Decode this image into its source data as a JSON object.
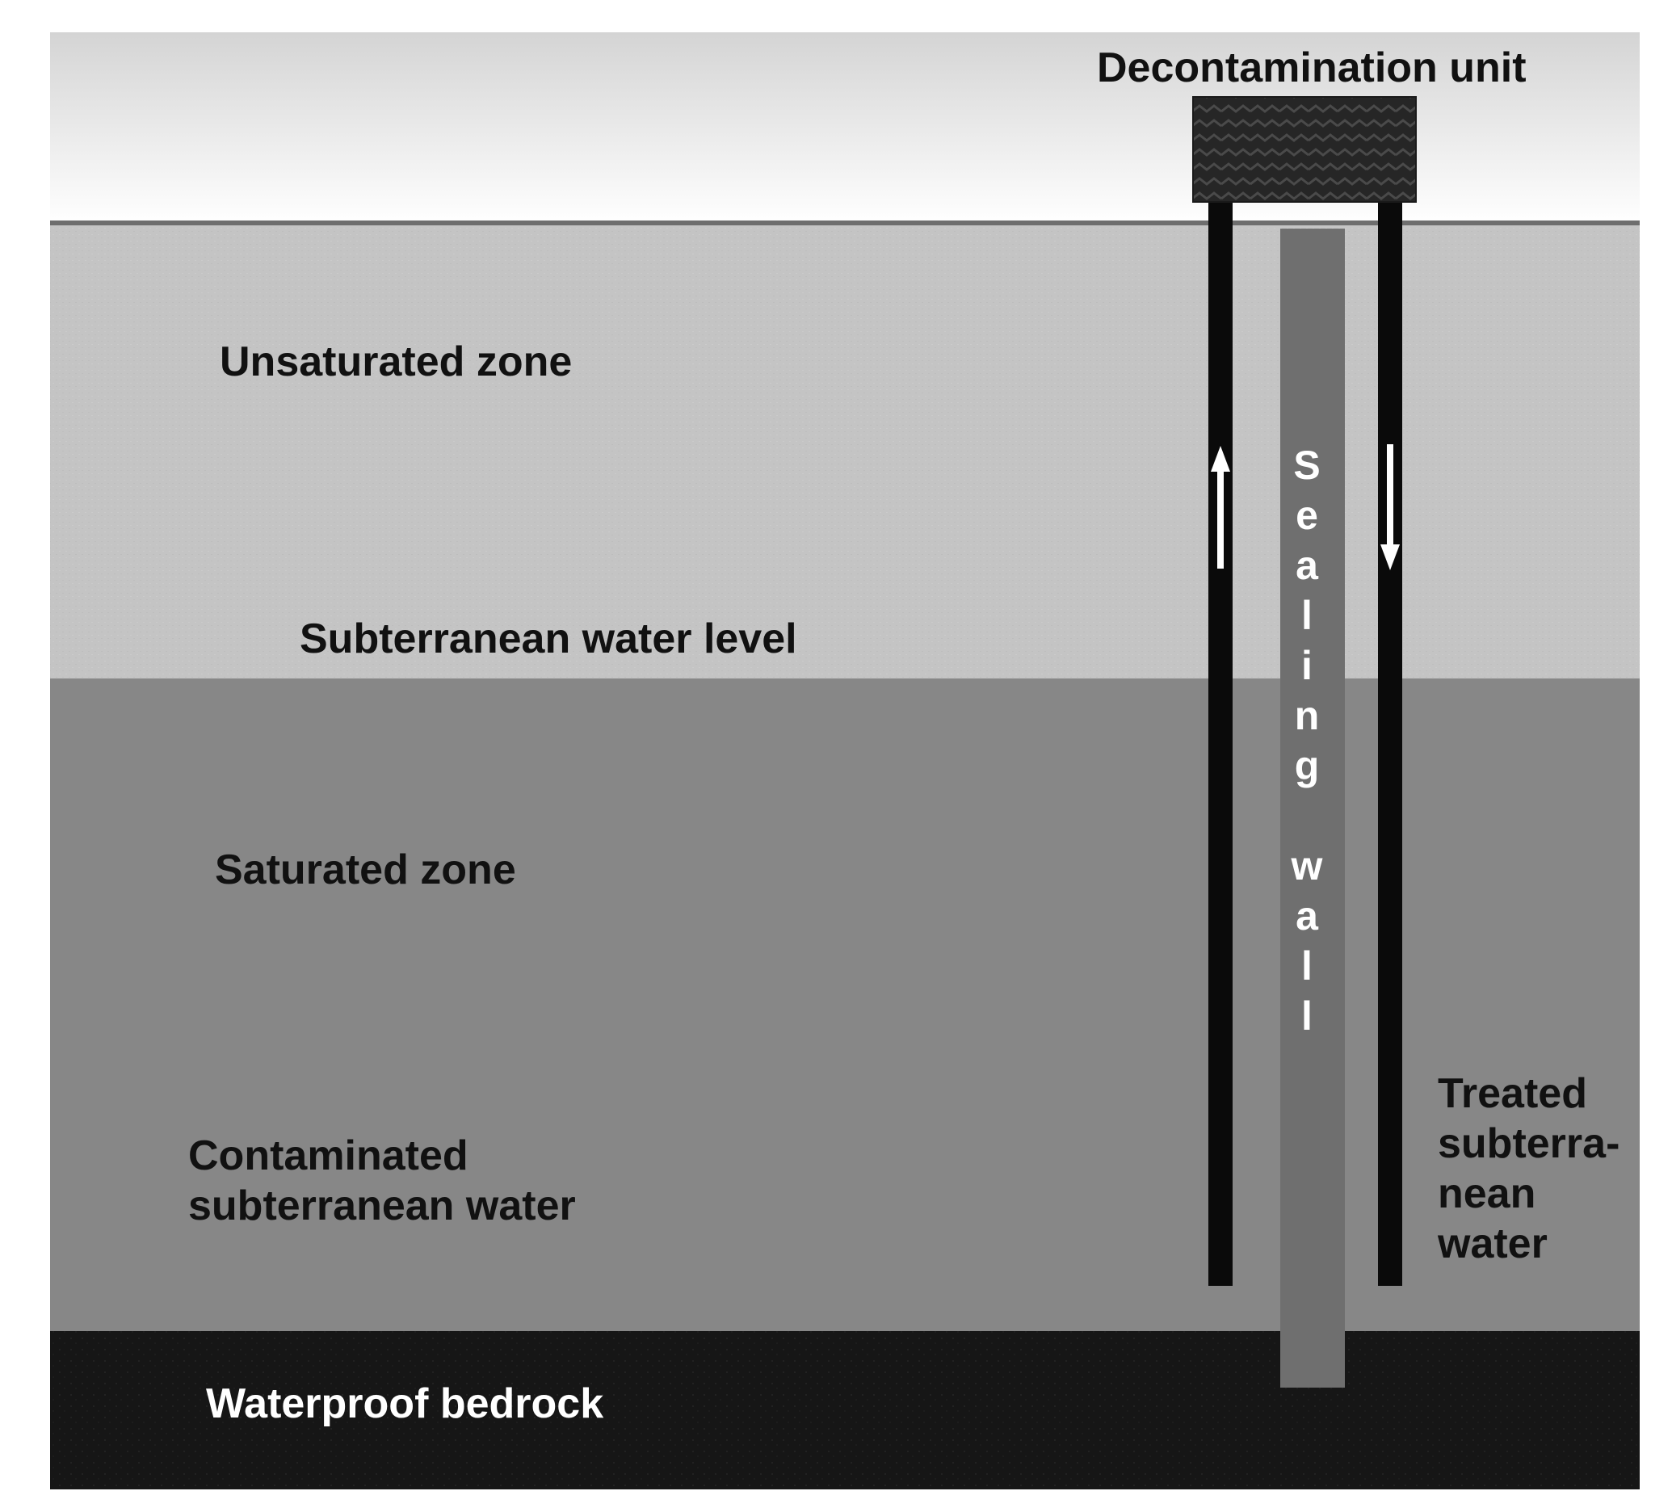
{
  "labels": {
    "decontamination_unit": "Decontamination unit",
    "unsaturated_zone": "Unsaturated zone",
    "water_level": "Subterranean water level",
    "saturated_zone": "Saturated zone",
    "contaminated_water": [
      "Contaminated",
      "subterranean water"
    ],
    "treated_water": [
      "Treated",
      "subterra-",
      "nean",
      "water"
    ],
    "bedrock": "Waterproof bedrock",
    "sealing_wall": [
      "S",
      "e",
      "a",
      "l",
      "i",
      "n",
      "g",
      "",
      "w",
      "a",
      "l",
      "l"
    ]
  },
  "colors": {
    "sky_top": "#d9d9d9",
    "sky_bottom": "#ffffff",
    "unsaturated": "#c4c4c4",
    "saturated": "#878787",
    "bedrock": "#161616",
    "sealing_wall": "#6f6f6f",
    "pipe": "#0a0a0a",
    "unit": "#2a2a2a"
  },
  "flow": {
    "left_pipe_arrow": "up",
    "right_pipe_arrow": "down"
  }
}
